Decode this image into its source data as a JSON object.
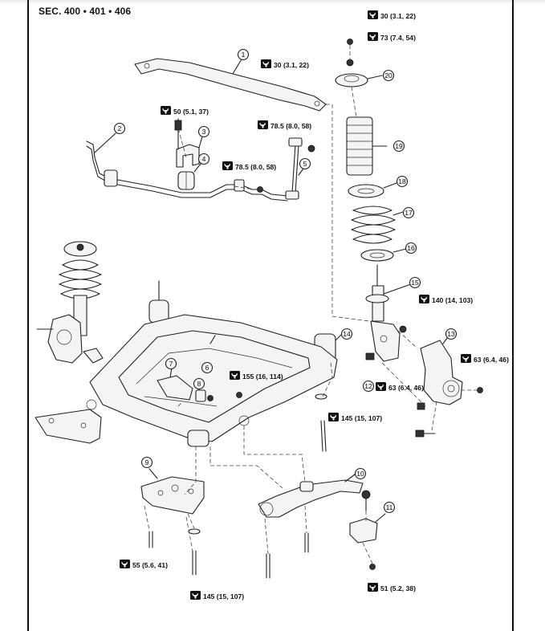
{
  "header": {
    "section": "SEC. 400 • 401 • 406"
  },
  "callouts": [
    "1",
    "2",
    "3",
    "4",
    "5",
    "6",
    "7",
    "8",
    "9",
    "10",
    "11",
    "12",
    "13",
    "14",
    "15",
    "16",
    "17",
    "18",
    "19",
    "20"
  ],
  "torques": [
    "30 (3.1, 22)",
    "73 (7.4, 54)",
    "30 (3.1, 22)",
    "50 (5.1, 37)",
    "78.5 (8.0, 58)",
    "78.5 (8.0, 58)",
    "140 (14, 103)",
    "63 (6.4, 46)",
    "63 (6.4, 46)",
    "155 (16, 114)",
    "145 (15, 107)",
    "55 (5.6, 41)",
    "145 (15, 107)",
    "51 (5.2, 38)"
  ]
}
